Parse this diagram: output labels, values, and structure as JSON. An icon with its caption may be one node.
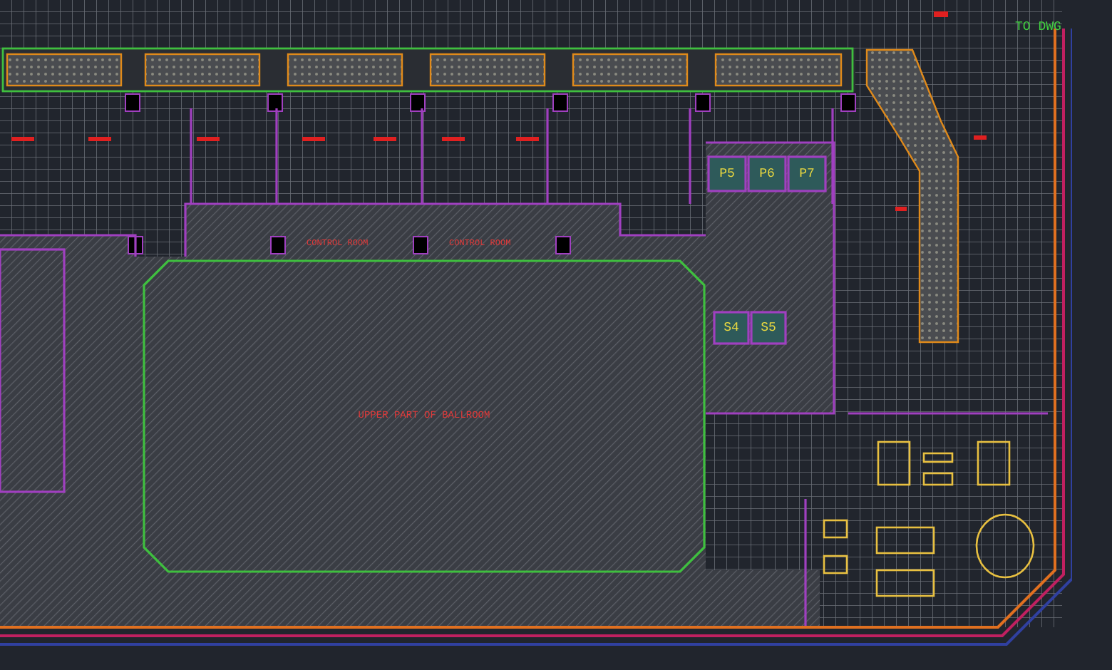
{
  "diagram": {
    "nodes": [
      {
        "text": [
          "UPPER PART OF BALLROOM"
        ]
      },
      {
        "text": [
          "P5"
        ]
      },
      {
        "text": [
          "P6"
        ]
      },
      {
        "text": [
          "P7"
        ]
      },
      {
        "text": [
          "S4"
        ]
      },
      {
        "text": [
          "S5"
        ]
      }
    ],
    "labels": [
      "TO DWG",
      "CONTROL ROOM",
      "CONTROL ROOM"
    ]
  }
}
